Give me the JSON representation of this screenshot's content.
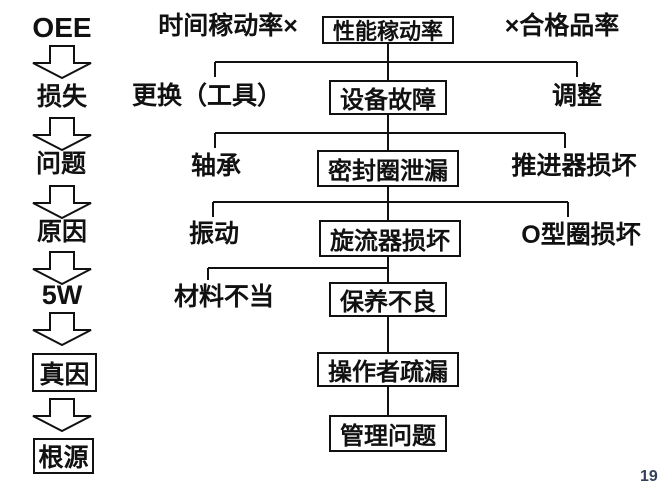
{
  "colors": {
    "ink": "#111111",
    "background": "#ffffff",
    "page_number": "#33425b"
  },
  "left_rail": {
    "items": [
      {
        "label": "OEE"
      },
      {
        "label": "损失"
      },
      {
        "label": "问题"
      },
      {
        "label": "原因"
      },
      {
        "label": "5W"
      },
      {
        "label": "真因"
      },
      {
        "label": "根源"
      }
    ],
    "arrow_icon": "down-block-arrow"
  },
  "tree": {
    "row1": {
      "left": "时间稼动率×",
      "center": "性能稼动率",
      "right": "×合格品率"
    },
    "row2": {
      "left": "更换（工具）",
      "center": "设备故障",
      "right": "调整"
    },
    "row3": {
      "left": "轴承",
      "center": "密封圈泄漏",
      "right": "推进器损坏"
    },
    "row4": {
      "left": "振动",
      "center": "旋流器损坏",
      "right": "O型圈损坏"
    },
    "row5": {
      "left": "材料不当",
      "center": "保养不良"
    },
    "row6": {
      "center": "操作者疏漏"
    },
    "row7": {
      "center": "管理问题"
    }
  },
  "page": {
    "number": "19"
  }
}
